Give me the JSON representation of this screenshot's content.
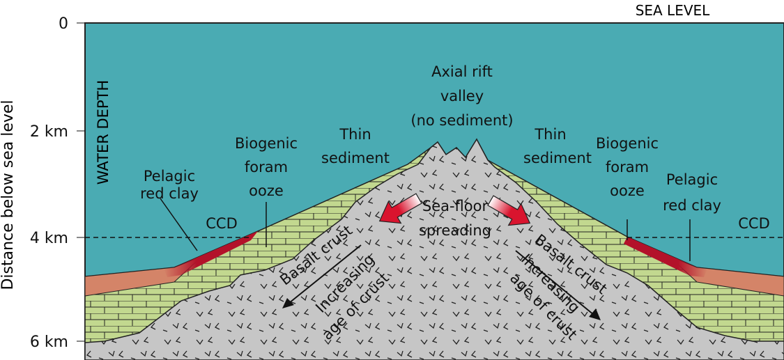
{
  "axis": {
    "label": "Distance below sea level",
    "ticks": [
      "0",
      "2 km",
      "4 km",
      "6 km"
    ],
    "sea_level": "SEA LEVEL",
    "water_depth": "WATER DEPTH"
  },
  "labels": {
    "ccd_left": "CCD",
    "ccd_right": "CCD",
    "pelagic_left": [
      "Pelagic",
      "red clay"
    ],
    "pelagic_right": [
      "Pelagic",
      "red clay"
    ],
    "biogenic_left": [
      "Biogenic",
      "foram",
      "ooze"
    ],
    "biogenic_right": [
      "Biogenic",
      "foram",
      "ooze"
    ],
    "thin_left": [
      "Thin",
      "sediment"
    ],
    "thin_right": [
      "Thin",
      "sediment"
    ],
    "rift": [
      "Axial rift",
      "valley",
      "(no sediment)"
    ],
    "spreading": [
      "Sea-floor",
      "spreading"
    ],
    "basalt_left": "Basalt crust",
    "basalt_right": "Basalt crust",
    "age_left": [
      "Increasing",
      "age of crust"
    ],
    "age_right": [
      "Increasing",
      "age of crust"
    ]
  },
  "colors": {
    "water": "#4aabb3",
    "red_clay": "#d48468",
    "ccd_band": "#b3122a",
    "foram_ooze": "#c2d88f",
    "basalt": "#c6c6c6",
    "spreading_arrow": "#d9142e"
  }
}
